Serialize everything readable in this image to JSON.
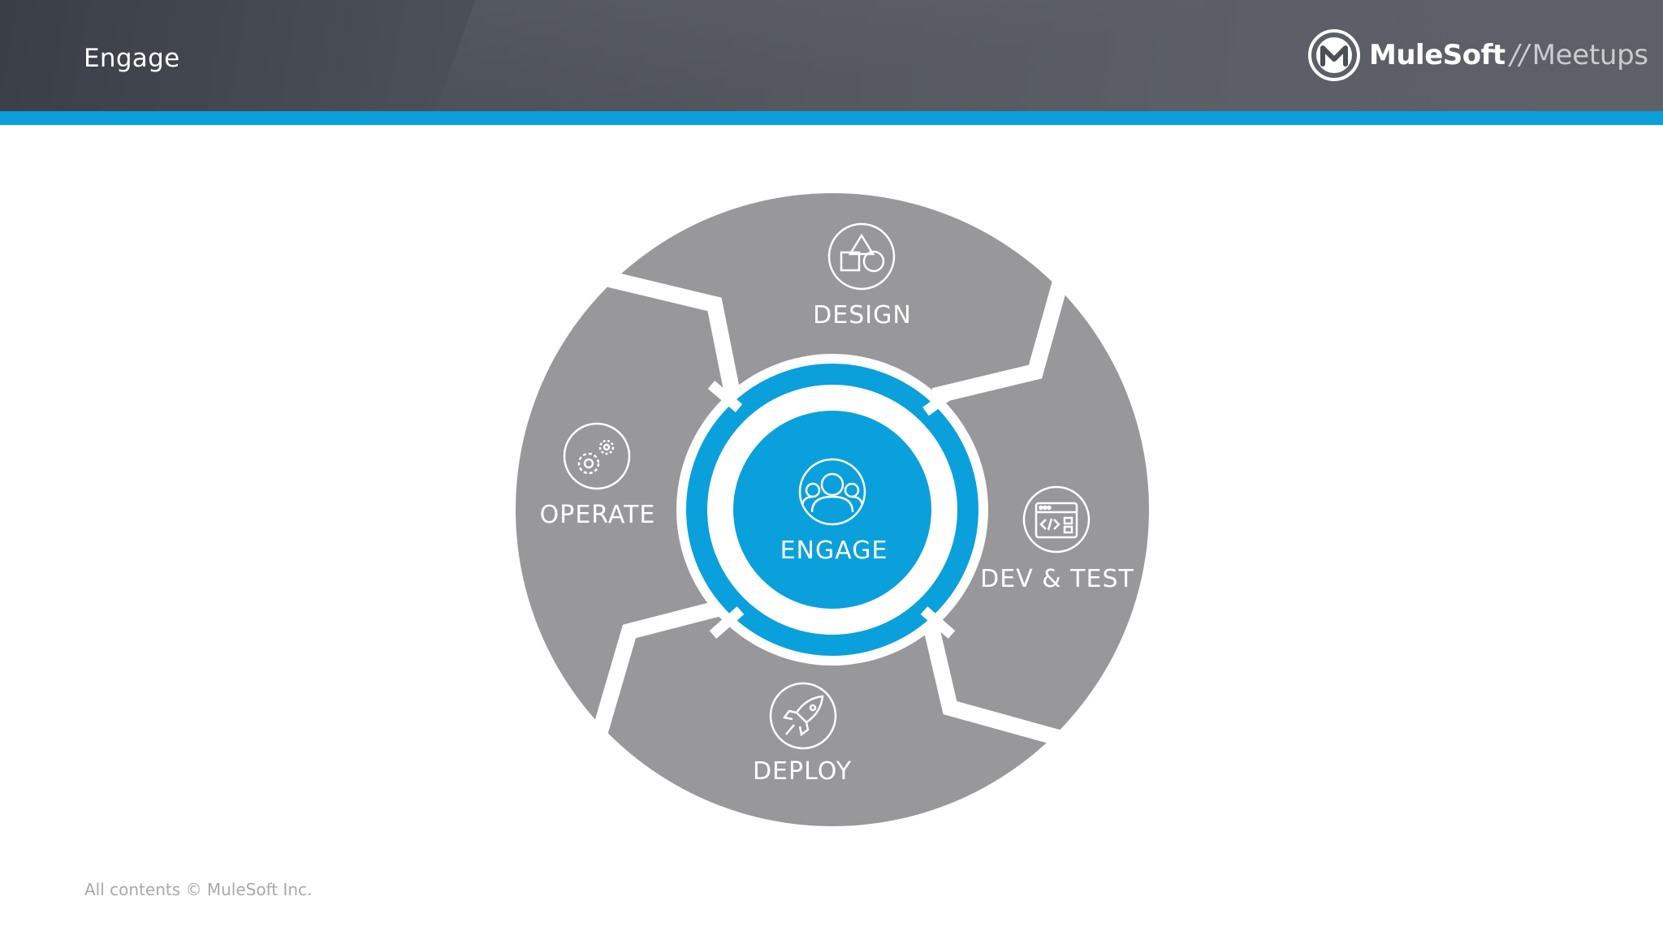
{
  "slide": {
    "title": "Engage",
    "footer": "All contents © MuleSoft Inc."
  },
  "logo": {
    "brand": "MuleSoft",
    "separator": "//",
    "sub": "Meetups",
    "icon": "mulesoft-logo-icon"
  },
  "diagram": {
    "center": {
      "label": "ENGAGE",
      "icon": "people-group-icon"
    },
    "segments": [
      {
        "label": "DESIGN",
        "icon": "shapes-icon"
      },
      {
        "label": "DEV & TEST",
        "icon": "code-window-icon"
      },
      {
        "label": "DEPLOY",
        "icon": "rocket-icon"
      },
      {
        "label": "OPERATE",
        "icon": "gears-icon"
      }
    ]
  },
  "colors": {
    "accent": "#0aa0dc",
    "segment": "#98989b",
    "header": "#4a4e57"
  }
}
